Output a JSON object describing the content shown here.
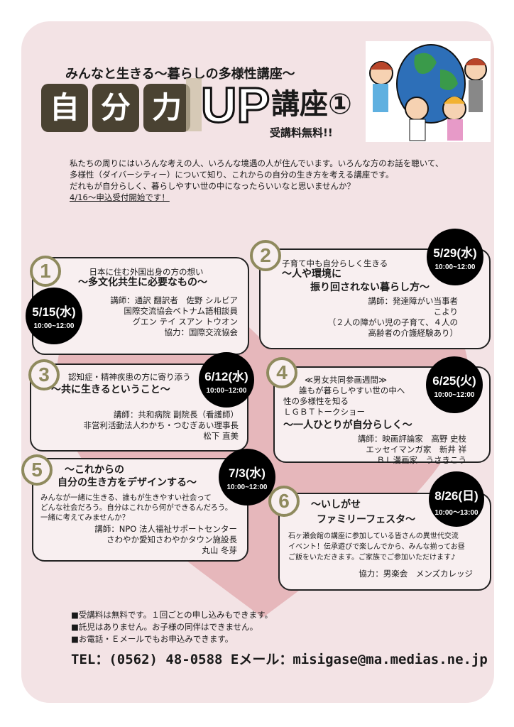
{
  "header": {
    "subtitle": "みんなと生きる～暮らしの多様性講座～",
    "title_chars": [
      "自",
      "分",
      "力"
    ],
    "title_up": "UP",
    "title_rest": "講座①",
    "free": "受講料無料!!"
  },
  "intro": {
    "lines": [
      "私たちの周りにはいろんな考えの人、いろんな境遇の人が住んでいます。いろんな方のお話を聴いて、",
      "多様性（ダイバーシティー）について知り、これからの自分の生き方を考える講座です。",
      "だれもが自分らしく、暮らしやすい世の中になったらいいなと思いませんか？"
    ],
    "start": "4/16～申込受付開始です！"
  },
  "sessions": [
    {
      "num": "1",
      "date": "5/15(水)",
      "time": "10:00~12:00",
      "lead": "日本に住む外国出身の方の想い",
      "title": "～多文化共生に必要なもの～",
      "lines": [
        "講師：通訳 翻訳者　佐野 シルビア",
        "国際交流協会ベトナム語相談員",
        "グエン テイ スアン トウオン",
        "協力：国際交流協会"
      ]
    },
    {
      "num": "2",
      "date": "5/29(水)",
      "time": "10:00~12:00",
      "lead": "子育て中も自分らしく生きる",
      "title": "～人や環境に",
      "title2": "振り回されない暮らし方～",
      "lines": [
        "講師：発達障がい当事者",
        "こより",
        "（２人の障がい児の子育て、４人の",
        "高齢者の介護経験あり）"
      ]
    },
    {
      "num": "3",
      "date": "6/12(水)",
      "time": "10:00~12:00",
      "lead": "認知症・精神疾患の方に寄り添う",
      "title": "～共に生きるということ～",
      "lines": [
        "講師：共和病院 副院長（看護師）",
        "非営利活動法人わかち・つむぎあい理事長",
        "松下 直美"
      ]
    },
    {
      "num": "4",
      "date": "6/25(火)",
      "time": "10:00~12:00",
      "lead": "≪男女共同参画週間≫",
      "lead2": "誰もが暮らしやすい世の中へ",
      "lead3": "性の多様性を知る",
      "lead4": "ＬＧＢＴトークショー",
      "title": "～一人ひとりが自分らしく～",
      "lines": [
        "講師：映画評論家　高野 史枝",
        "エッセイマンガ家　新井 祥",
        "ＢＬ漫画家　うさきこう"
      ]
    },
    {
      "num": "5",
      "date": "7/3(水)",
      "time": "10:00~12:00",
      "title": "～これからの",
      "title2": "自分の生き方をデザインする～",
      "desc": [
        "みんなが一緒に生きる、誰もが生きやすい社会って",
        "どんな社会だろう。自分はこれから何ができるんだろう。",
        "一緒に考えてみませんか？"
      ],
      "lines": [
        "講師：NPO 法人福祉サポートセンター",
        "さわやか愛知さわやかタウン施設長",
        "丸山 冬芽"
      ]
    },
    {
      "num": "6",
      "date": "8/26(日)",
      "time": "10:00～13:00",
      "title": "～いしがせ",
      "title2": "ファミリーフェスタ～",
      "desc": [
        "石ヶ瀬会館の講座に参加している皆さんの異世代交流",
        "イベント！伝承遊びで楽しんでから、みんな揃ってお昼",
        "ご飯をいただきます。ご家族でご参加いただけます♪"
      ],
      "lines": [
        "協力：男楽会　メンズカレッジ"
      ]
    }
  ],
  "footer": {
    "notes": [
      "■受講料は無料です。１回ごとの申し込みもできます。",
      "■託児はありません。お子様の同伴はできません。",
      "■お電話・Ｅメールでもお申込みできます。"
    ],
    "contact": "TEL：(0562) 48-0588 Eメール：misigase@ma.medias.ne.jp"
  },
  "colors": {
    "panel": "#f3e3e5",
    "heart": "#e6b7bb",
    "badge": "#8f8a5e",
    "title_box": "#4a4232"
  }
}
